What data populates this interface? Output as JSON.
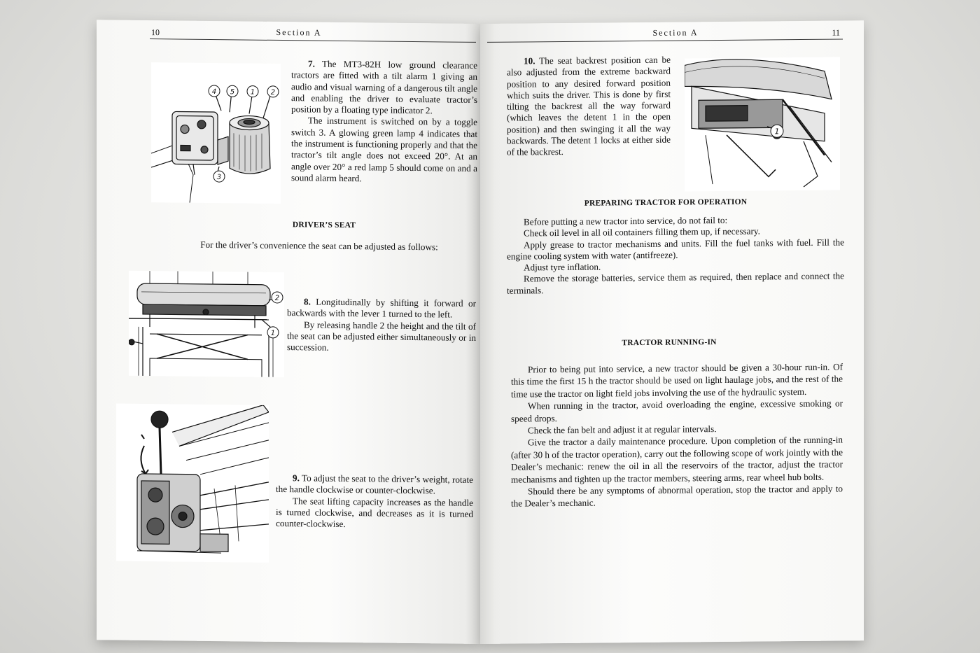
{
  "left_page": {
    "page_number": "10",
    "section": "Section A",
    "item7": {
      "number": "7.",
      "text": " The MT3-82H low ground clearance tractors are fitted with a tilt alarm 1 giving an audio and visual warning of a dangerous tilt angle and enabling the driver to evaluate tractor’s position by a floating type indicator 2.",
      "text2": "The instrument is switched on by a toggle switch 3. A glowing green lamp 4 indicates that the instrument is functioning properly and that the tractor’s tilt angle does not exceed 20°. At an angle over 20° a red lamp 5 should come on and a sound alarm heard."
    },
    "fig_alarm_labels": [
      "4",
      "5",
      "1",
      "2",
      "3"
    ],
    "drivers_seat_heading": "DRIVER’S SEAT",
    "drivers_seat_intro": "For the driver’s convenience the seat can be adjusted as follows:",
    "item8": {
      "number": "8.",
      "text": " Longitudinally by shifting it forward or backwards with the lever 1 turned to the left.",
      "text2": "By releasing handle 2 the height and the tilt of the seat can be adjusted either simultaneously or in succession."
    },
    "fig_seat_labels": [
      "2",
      "1"
    ],
    "item9": {
      "number": "9.",
      "text": " To adjust the seat to the driver’s weight, rotate the handle clockwise or counter-clockwise.",
      "text2": "The seat lifting capacity increases as the handle is turned clockwise, and decreases as it is turned counter-clockwise."
    }
  },
  "right_page": {
    "page_number": "11",
    "section": "Section A",
    "item10": {
      "number": "10.",
      "text": " The seat backrest position can be also adjusted from the extreme backward position to any desired forward position which suits the driver. This is done by first tilting the backrest all the way forward (which leaves the detent 1 in the open position) and then swinging it all the way backwards. The detent 1 locks at either side of the backrest."
    },
    "fig_backrest_labels": [
      "1"
    ],
    "preparing_heading": "PREPARING TRACTOR FOR OPERATION",
    "preparing_paragraphs": [
      "Before putting a new tractor into service, do not fail to:",
      "Check oil level in all oil containers filling them up, if necessary.",
      "Apply grease to tractor mechanisms and units. Fill the fuel tanks with fuel. Fill the engine cooling system with water (antifreeze).",
      "Adjust tyre inflation.",
      "Remove the storage batteries, service them as required, then replace and connect the terminals."
    ],
    "running_in_heading": "TRACTOR RUNNING-IN",
    "running_in_paragraphs": [
      "Prior to being put into service, a new tractor should be given a 30-hour run-in. Of this time the first 15 h the tractor should be used on light haulage jobs, and the rest of the time use the tractor on light field jobs involving the use of the hydraulic system.",
      "When running in the tractor, avoid overloading the engine, excessive smoking or speed drops.",
      "Check the fan belt and adjust it at regular intervals.",
      "Give the tractor a daily maintenance procedure. Upon completion of the running-in (after 30 h of the tractor operation), carry out the following scope of work jointly with the Dealer’s mechanic: renew the oil in all the reservoirs of the tractor, adjust the tractor mechanisms and tighten up the tractor members, steering arms, rear wheel hub bolts.",
      "Should there be any symptoms of abnormal operation, stop the tractor and apply to the Dealer’s mechanic."
    ]
  }
}
